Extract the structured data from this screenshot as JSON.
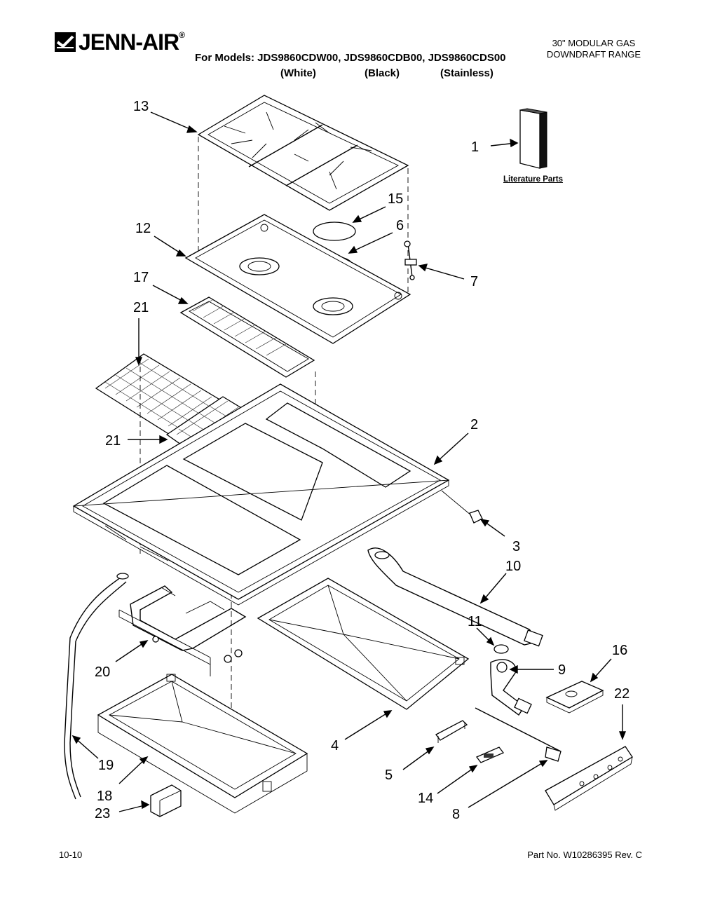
{
  "header": {
    "brand": "JENN-AIR",
    "brand_mark": "®",
    "models_line": "For Models: JDS9860CDW00, JDS9860CDB00, JDS9860CDS00",
    "variants": [
      "(White)",
      "(Black)",
      "(Stainless)"
    ],
    "title_line1": "30\" MODULAR GAS",
    "title_line2": "DOWNDRAFT RANGE"
  },
  "diagram": {
    "literature_label": "Literature Parts",
    "callouts": [
      "1",
      "2",
      "3",
      "4",
      "5",
      "6",
      "7",
      "8",
      "9",
      "10",
      "11",
      "12",
      "13",
      "14",
      "15",
      "16",
      "17",
      "18",
      "19",
      "20",
      "21",
      "21",
      "22",
      "23"
    ]
  },
  "footer": {
    "date": "10-10",
    "part_no": "Part No. W10286395 Rev. C"
  },
  "icons": {
    "logo": "jenn-air-logo-icon"
  }
}
